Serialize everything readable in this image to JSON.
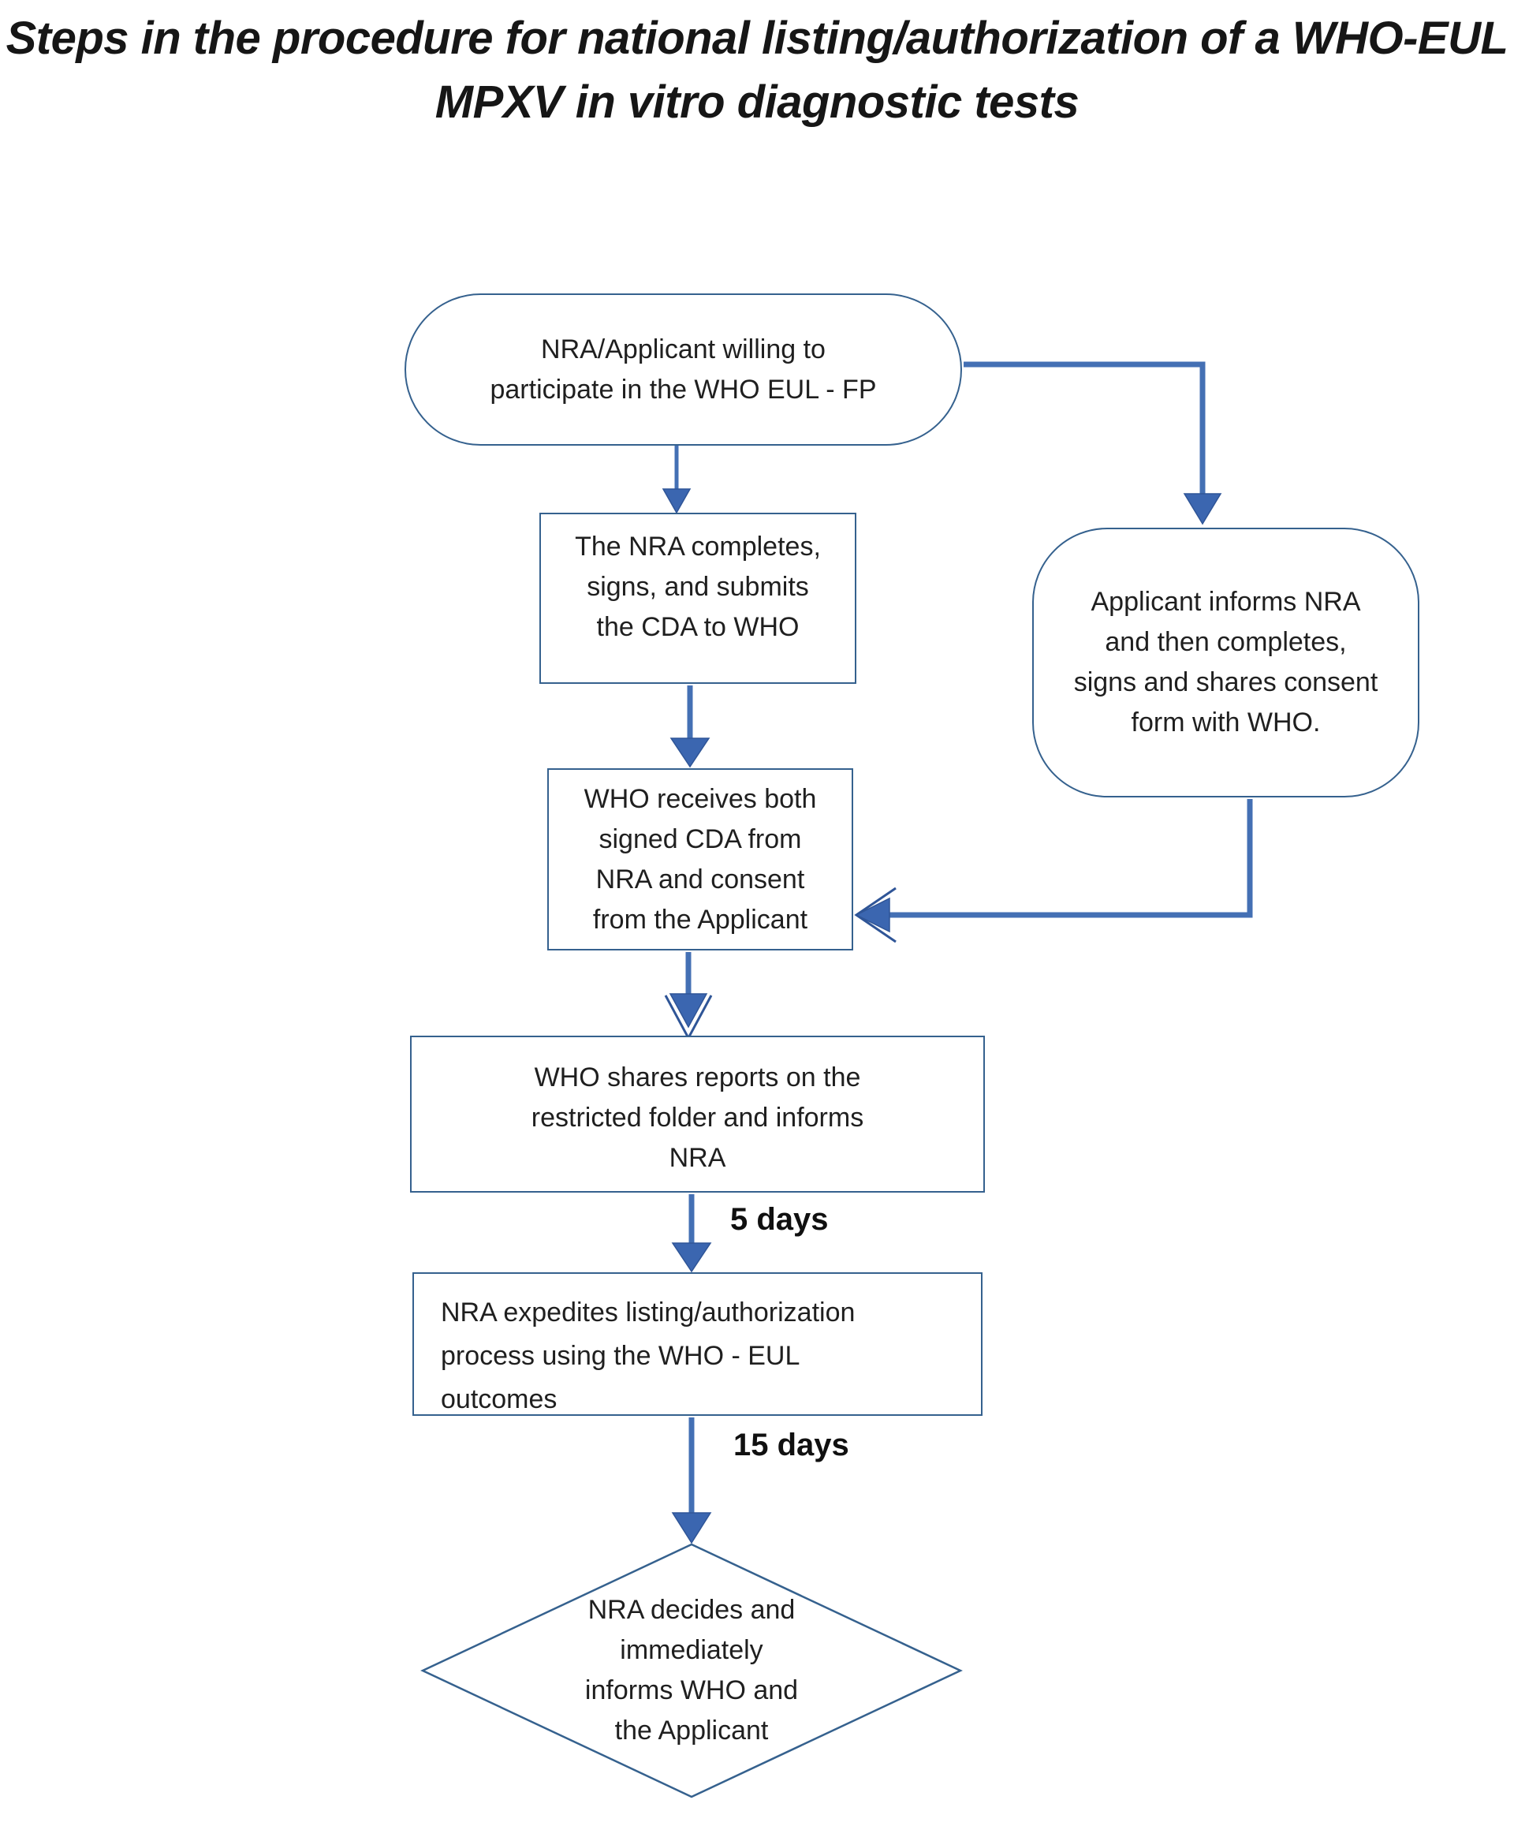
{
  "title": "Steps in the procedure for national listing/authorization of a WHO-EUL\nMPXV in vitro diagnostic tests",
  "nodes": {
    "start": {
      "type": "stadium",
      "label": "NRA/Applicant willing to\nparticipate in the WHO EUL - FP"
    },
    "nra_cda": {
      "type": "rectangle",
      "label": "The NRA completes,\nsigns, and submits\nthe CDA to WHO"
    },
    "applicant_consent": {
      "type": "rounded-rectangle",
      "label": "Applicant informs NRA\nand then completes,\nsigns and shares consent\nform with WHO."
    },
    "who_receives": {
      "type": "rectangle",
      "label": "WHO receives both\nsigned CDA from\nNRA and consent\nfrom the Applicant"
    },
    "who_shares": {
      "type": "rectangle",
      "label": "WHO shares reports on the\nrestricted folder and informs\nNRA"
    },
    "nra_expedites": {
      "type": "rectangle",
      "label": "NRA expedites listing/authorization\nprocess using the WHO - EUL\noutcomes"
    },
    "nra_decides": {
      "type": "diamond",
      "label": "NRA decides and\nimmediately\ninforms WHO and\nthe Applicant"
    }
  },
  "edge_labels": {
    "five_days": "5 days",
    "fifteen_days": "15 days"
  },
  "edges": [
    {
      "from": "start",
      "to": "nra_cda",
      "label": ""
    },
    {
      "from": "start",
      "to": "applicant_consent",
      "label": ""
    },
    {
      "from": "nra_cda",
      "to": "who_receives",
      "label": ""
    },
    {
      "from": "applicant_consent",
      "to": "who_receives",
      "label": ""
    },
    {
      "from": "who_receives",
      "to": "who_shares",
      "label": ""
    },
    {
      "from": "who_shares",
      "to": "nra_expedites",
      "label": "5 days"
    },
    {
      "from": "nra_expedites",
      "to": "nra_decides",
      "label": "15 days"
    }
  ],
  "colors": {
    "background": "#ffffff",
    "shape_outline": "#35618e",
    "shape_fill": "#ffffff",
    "arrow_stem": "#4470b4",
    "arrow_head_fill": "#3b66b0",
    "arrow_head_edge": "#2f5597",
    "text": "#1f1f1f"
  }
}
